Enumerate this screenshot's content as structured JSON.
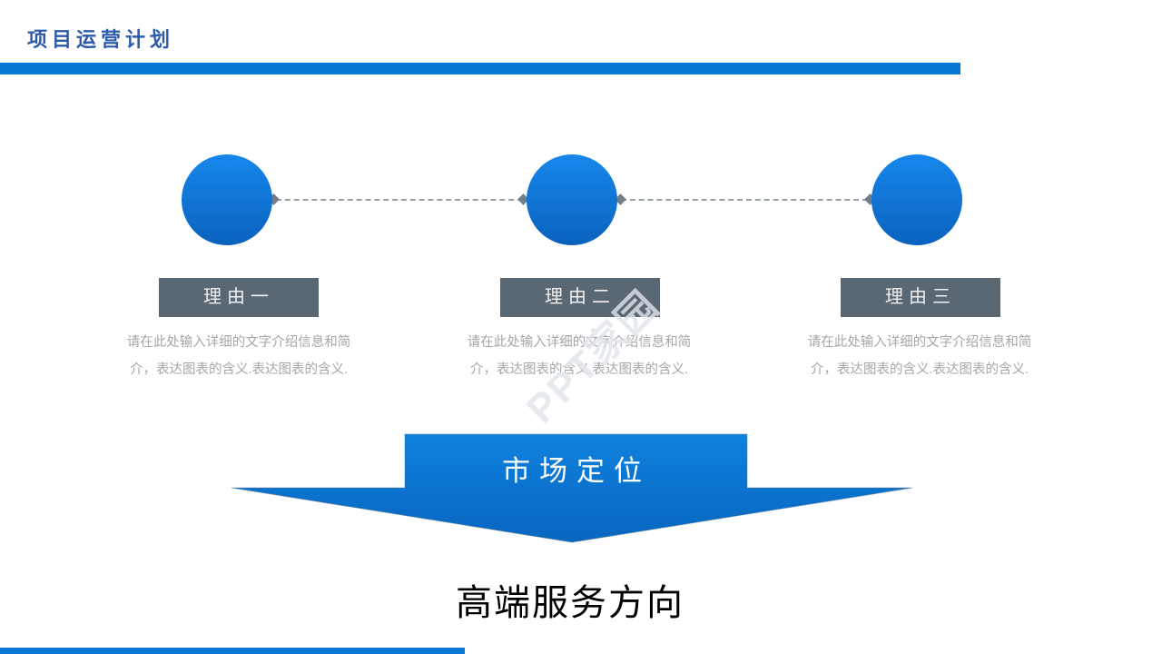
{
  "slide": {
    "title": "项目运营计划",
    "arrow_label": "市场定位",
    "conclusion": "高端服务方向",
    "watermark": "PPT家园"
  },
  "reasons": [
    {
      "label": "理由一",
      "desc_line1": "请在此处输入详细的文字介绍信息和简",
      "desc_line2": "介，表达图表的含义.表达图表的含义."
    },
    {
      "label": "理由二",
      "desc_line1": "请在此处输入详细的文字介绍信息和简",
      "desc_line2": "介，表达图表的含义.表达图表的含义."
    },
    {
      "label": "理由三",
      "desc_line1": "请在此处输入详细的文字介绍信息和简",
      "desc_line2": "介，表达图表的含义.表达图表的含义."
    }
  ],
  "colors": {
    "accent_blue": "#0778D6",
    "title_blue": "#2D5BA9",
    "box_slate": "#5A6873",
    "circle_gradient_top": "#1787EC",
    "circle_gradient_bottom": "#0A62BE",
    "arrow_gradient_top": "#0F81DE",
    "arrow_gradient_bottom": "#0766C0",
    "body_text_gray": "#A6A6A6",
    "dash_gray": "#97A1A8",
    "diamond_gray": "#6F7E8A"
  }
}
